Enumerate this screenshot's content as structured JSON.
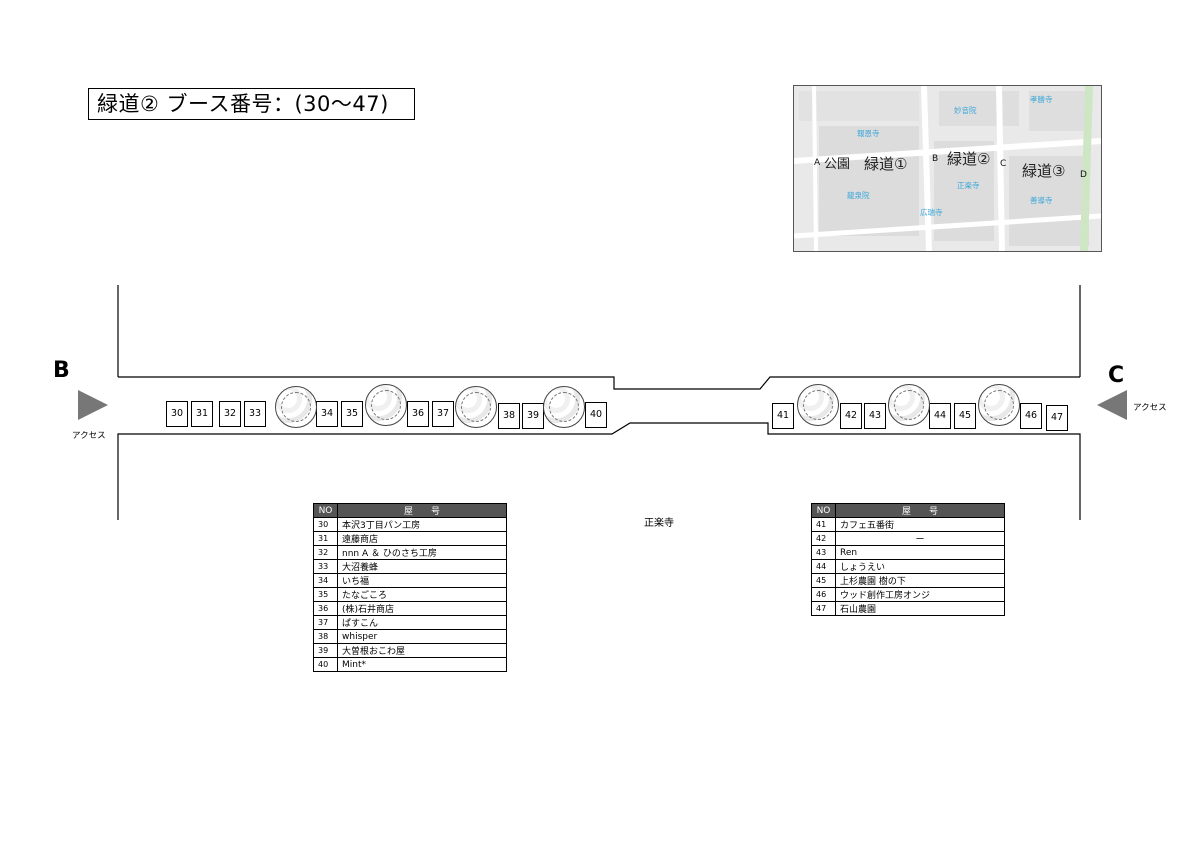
{
  "title": "緑道②  ブース番号：(30～47)",
  "minimap": {
    "park": "公園",
    "ryokudo1": "緑道①",
    "ryokudo2": "緑道②",
    "ryokudo3": "緑道③",
    "point_a": "A",
    "point_b": "B",
    "point_c": "C",
    "point_d": "D",
    "temples": [
      "報恩寺",
      "龍泉院",
      "正楽寺",
      "広瑞寺",
      "妙音院",
      "孝勝寺",
      "善導寺"
    ]
  },
  "entrance_left": {
    "letter": "B",
    "label": "アクセス"
  },
  "entrance_right": {
    "letter": "C",
    "label": "アクセス"
  },
  "temple_label": "正楽寺",
  "booths": [
    "30",
    "31",
    "32",
    "33",
    "34",
    "35",
    "36",
    "37",
    "38",
    "39",
    "40",
    "41",
    "42",
    "43",
    "44",
    "45",
    "46",
    "47"
  ],
  "table_left": {
    "header_no": "NO",
    "header_name": "屋　　号",
    "rows": [
      {
        "no": "30",
        "name": "本沢3丁目パン工房"
      },
      {
        "no": "31",
        "name": "遠藤商店"
      },
      {
        "no": "32",
        "name": "nnn A ＆ ひのさち工房"
      },
      {
        "no": "33",
        "name": "大沼養蜂"
      },
      {
        "no": "34",
        "name": "いち福"
      },
      {
        "no": "35",
        "name": "たなごころ"
      },
      {
        "no": "36",
        "name": "(株)石井商店"
      },
      {
        "no": "37",
        "name": "ぱすこん"
      },
      {
        "no": "38",
        "name": "whisper"
      },
      {
        "no": "39",
        "name": "大曽根おこわ屋"
      },
      {
        "no": "40",
        "name": "Mint*"
      }
    ]
  },
  "table_right": {
    "header_no": "NO",
    "header_name": "屋　　号",
    "rows": [
      {
        "no": "41",
        "name": "カフェ五番街"
      },
      {
        "no": "42",
        "name": "ー"
      },
      {
        "no": "43",
        "name": "Ren"
      },
      {
        "no": "44",
        "name": "しょうえい"
      },
      {
        "no": "45",
        "name": "上杉農園 樹の下"
      },
      {
        "no": "46",
        "name": "ウッド創作工房オンジ"
      },
      {
        "no": "47",
        "name": "石山農園"
      }
    ]
  }
}
